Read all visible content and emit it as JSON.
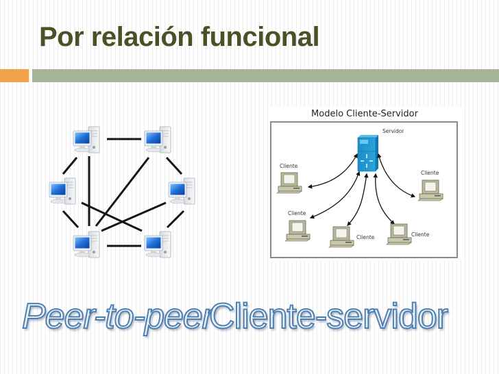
{
  "slide": {
    "title": "Por relación funcional",
    "accent_colors": {
      "title": "#4b5127",
      "orange_bar": "#f2a24b",
      "green_bar": "#a6b595",
      "caption_outline": "#4f7fae"
    }
  },
  "peer_to_peer_diagram": {
    "node_count": 6,
    "node_icon": "desktop-computer-icon"
  },
  "client_server_diagram": {
    "title": "Modelo Cliente-Servidor",
    "server_label": "Servidor",
    "client_labels": [
      "Cliente",
      "Cliente",
      "Cliente",
      "Cliente",
      "Cliente"
    ]
  },
  "caption": {
    "left": "Peer-to-peer",
    "right": "Cliente-servidor"
  }
}
